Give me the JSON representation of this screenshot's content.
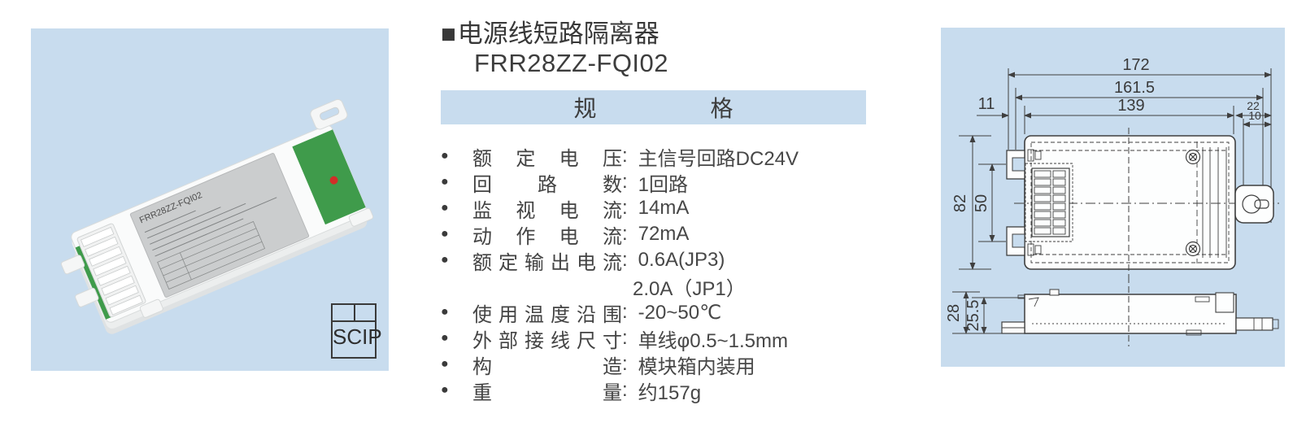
{
  "colors": {
    "panel_bg": "#c8dcee",
    "line": "#3f3f3f",
    "pcb_green": "#3f9b4b",
    "led_red": "#d12e28",
    "label_gray": "#cbcdce"
  },
  "left_panel": {
    "device_label_model": "FRR28ZZ-FQI02",
    "scip_label": "SCIP"
  },
  "header": {
    "marker": "■",
    "title": "电源线短路隔离器",
    "model": "FRR28ZZ-FQI02"
  },
  "spec": {
    "band": {
      "char1": "规",
      "char2": "格"
    },
    "rows": [
      {
        "bullet": "●",
        "label": "额定电压",
        "colon": ":",
        "value": "主信号回路DC24V"
      },
      {
        "bullet": "●",
        "label": "回路数",
        "colon": ":",
        "value": "1回路"
      },
      {
        "bullet": "●",
        "label": "监视电流",
        "colon": ":",
        "value": "14mA"
      },
      {
        "bullet": "●",
        "label": "动作电流",
        "colon": ":",
        "value": "72mA"
      },
      {
        "bullet": "●",
        "label": "额定输出电流",
        "colon": ":",
        "value": "0.6A(JP3)"
      },
      {
        "bullet": "",
        "label": "",
        "colon": "",
        "value": "2.0A（JP1）"
      },
      {
        "bullet": "●",
        "label": "使用温度沿围",
        "colon": ":",
        "value": "-20~50℃"
      },
      {
        "bullet": "●",
        "label": "外部接线尺寸",
        "colon": ":",
        "value": "单线φ0.5~1.5mm"
      },
      {
        "bullet": "●",
        "label": "构造",
        "colon": ":",
        "value": "模块箱内装用"
      },
      {
        "bullet": "●",
        "label": "重量",
        "colon": ":",
        "value": "约157g"
      }
    ]
  },
  "drawing": {
    "dims": {
      "d172": "172",
      "d161_5": "161.5",
      "d139": "139",
      "d11": "11",
      "d22": "22",
      "d10": "10",
      "d82": "82",
      "d50": "50",
      "d28": "28",
      "d25_5": "25.5"
    }
  }
}
